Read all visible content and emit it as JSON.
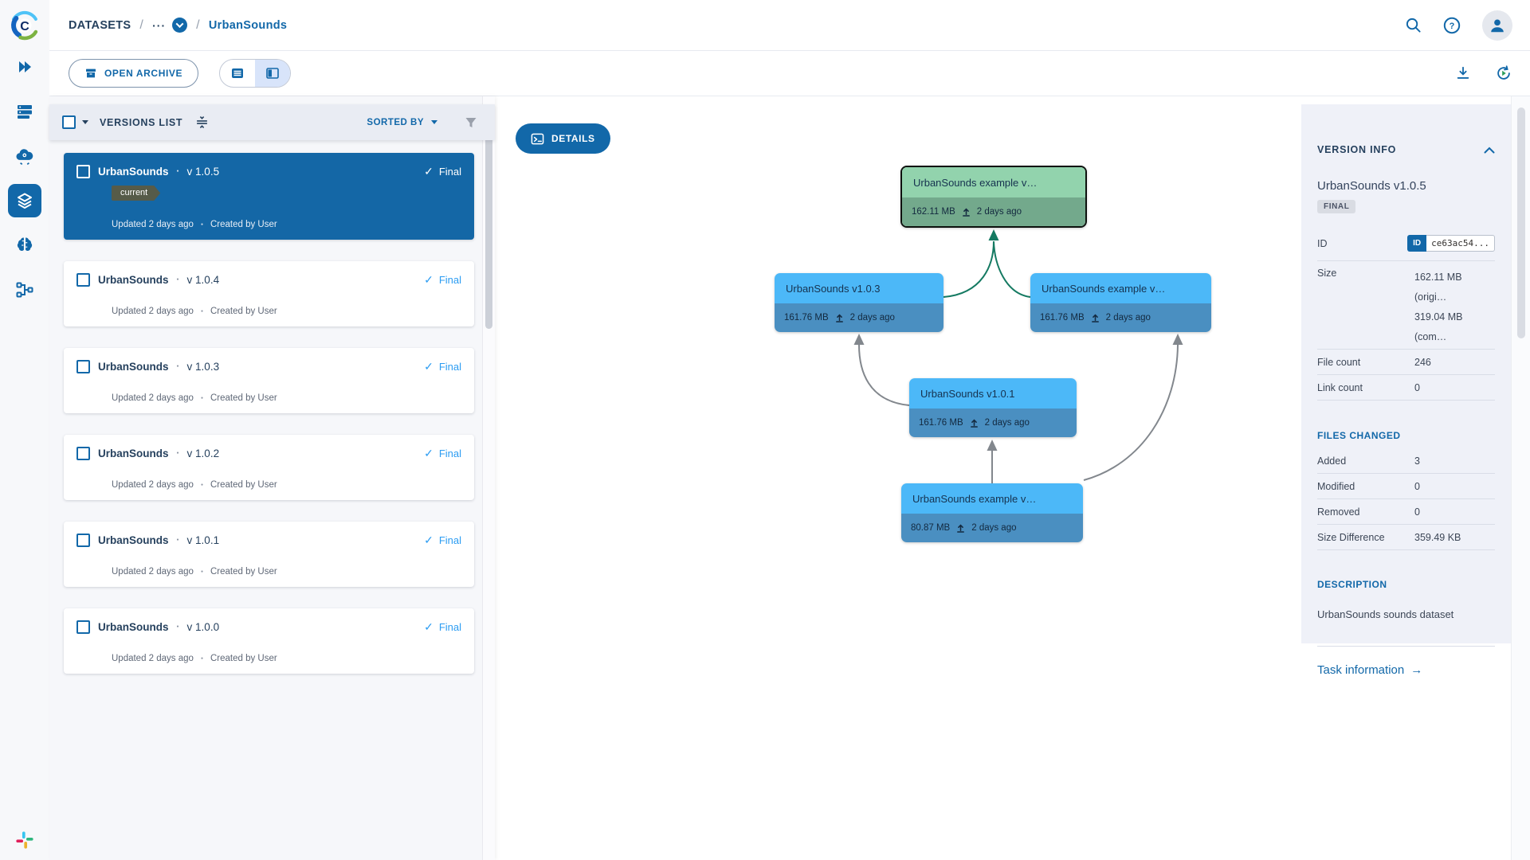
{
  "brand": {
    "name": "ClearML",
    "logo_letter": "C"
  },
  "topbar": {
    "breadcrumb": {
      "root": "DATASETS",
      "sep": "/",
      "ellipsis": "···",
      "project": "UrbanSounds"
    }
  },
  "toolbar": {
    "open_archive": "OPEN ARCHIVE"
  },
  "versions_panel": {
    "title": "VERSIONS LIST",
    "sorted_by": "SORTED BY",
    "cards": [
      {
        "name": "UrbanSounds",
        "version": "v 1.0.5",
        "status": "Final",
        "tag": "current",
        "updated": "Updated 2 days ago",
        "created": "Created by User"
      },
      {
        "name": "UrbanSounds",
        "version": "v 1.0.4",
        "status": "Final",
        "updated": "Updated 2 days ago",
        "created": "Created by User"
      },
      {
        "name": "UrbanSounds",
        "version": "v 1.0.3",
        "status": "Final",
        "updated": "Updated 2 days ago",
        "created": "Created by User"
      },
      {
        "name": "UrbanSounds",
        "version": "v 1.0.2",
        "status": "Final",
        "updated": "Updated 2 days ago",
        "created": "Created by User"
      },
      {
        "name": "UrbanSounds",
        "version": "v 1.0.1",
        "status": "Final",
        "updated": "Updated 2 days ago",
        "created": "Created by User"
      },
      {
        "name": "UrbanSounds",
        "version": "v 1.0.0",
        "status": "Final",
        "updated": "Updated 2 days ago",
        "created": "Created by User"
      }
    ]
  },
  "graph": {
    "details": "DETAILS",
    "nodes": [
      {
        "label": "UrbanSounds example v…",
        "size": "162.11 MB",
        "updated": "2 days ago",
        "state": "selected-green"
      },
      {
        "label": "UrbanSounds v1.0.3",
        "size": "161.76 MB",
        "updated": "2 days ago",
        "state": "blue"
      },
      {
        "label": "UrbanSounds example v…",
        "size": "161.76 MB",
        "updated": "2 days ago",
        "state": "blue"
      },
      {
        "label": "UrbanSounds v1.0.1",
        "size": "161.76 MB",
        "updated": "2 days ago",
        "state": "blue"
      },
      {
        "label": "UrbanSounds example v…",
        "size": "80.87 MB",
        "updated": "2 days ago",
        "state": "blue"
      }
    ]
  },
  "info_panel": {
    "title": "VERSION INFO",
    "version_name": "UrbanSounds v1.0.5",
    "badge": "FINAL",
    "id_row": {
      "label": "ID",
      "chip": "ID",
      "value": "ce63ac54..."
    },
    "size_row": {
      "label": "Size",
      "original": "162.11 MB (origi…",
      "compressed": "319.04 MB (com…"
    },
    "file_count": {
      "label": "File count",
      "value": "246"
    },
    "link_count": {
      "label": "Link count",
      "value": "0"
    },
    "files_changed": {
      "title": "FILES CHANGED",
      "added": {
        "label": "Added",
        "value": "3"
      },
      "modified": {
        "label": "Modified",
        "value": "0"
      },
      "removed": {
        "label": "Removed",
        "value": "0"
      },
      "size_diff": {
        "label": "Size Difference",
        "value": "359.49 KB"
      }
    },
    "description": {
      "title": "DESCRIPTION",
      "text": "UrbanSounds sounds dataset"
    },
    "task_link": {
      "label": "Task information",
      "arrow": "→"
    }
  },
  "icons_text": {
    "check": "✓",
    "bullet": "●"
  },
  "colors": {
    "brand_blue": "#1268a9",
    "navy_text": "#26415e",
    "selected_card_bg": "#1467a6",
    "final_check_blue": "#2b9cf2",
    "node_blue": "#4cb8f8",
    "node_blue_footer": "#4a8fc1",
    "node_green": "#92d3ad",
    "node_green_footer": "#73a98c",
    "edge_gray": "#82878d",
    "edge_green": "#157a62",
    "current_tag_bg": "#565b49"
  }
}
